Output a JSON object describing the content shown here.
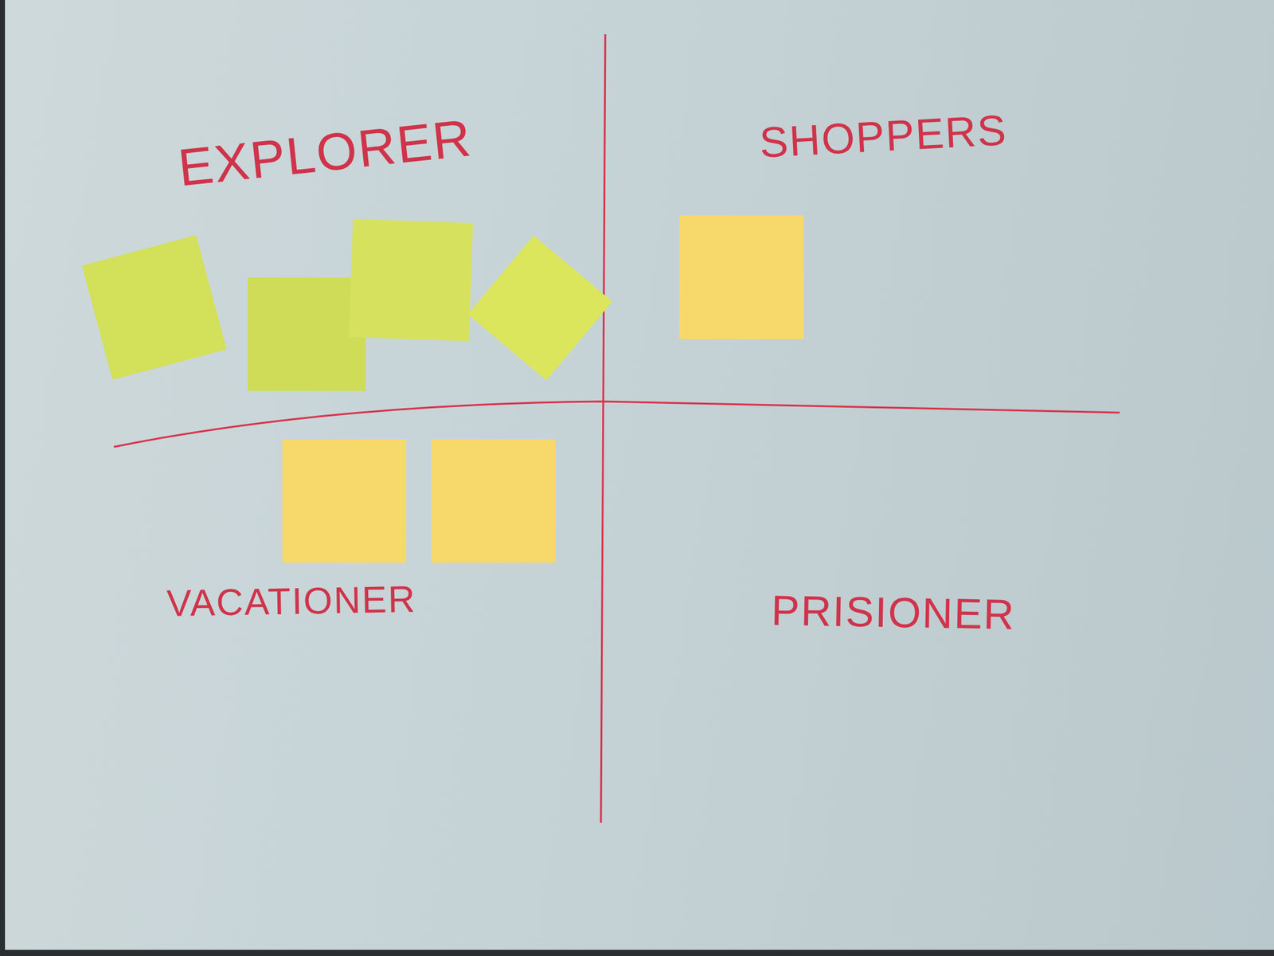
{
  "diagram": {
    "labels": [
      "EXPLORER",
      "SHOPPERS",
      "VACATIONER",
      "PRISIONER"
    ]
  }
}
